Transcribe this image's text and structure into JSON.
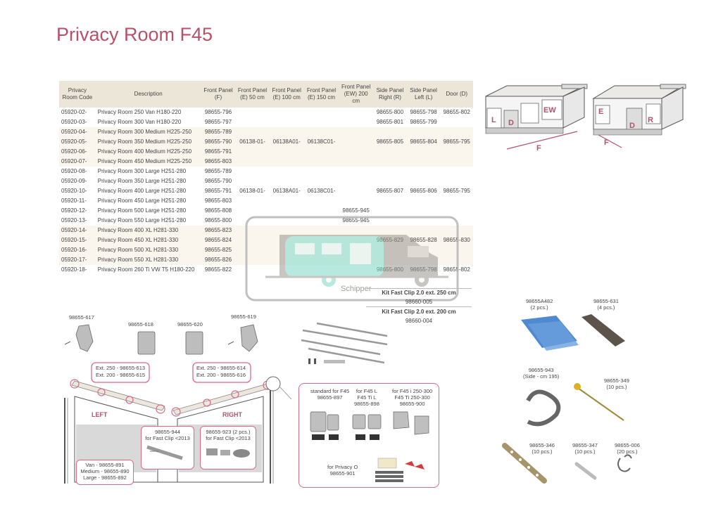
{
  "title": "Privacy Room F45",
  "table": {
    "headers": [
      "Privacy Room Code",
      "Description",
      "Front Panel (F)",
      "Front Panel (E) 50 cm",
      "Front Panel (E) 100 cm",
      "Front Panel (E) 150 cm",
      "Front Panel (EW) 200 cm",
      "Side Panel Right (R)",
      "Side Panel Left (L)",
      "Door (D)"
    ],
    "rows": [
      {
        "code": "05920-02-",
        "desc": "Privacy Room 250 Van H180-220",
        "f": "98655-796",
        "e50": "",
        "e100": "",
        "e150": "",
        "ew": "",
        "r": "98655-800",
        "l": "98655-798",
        "d": "98655-802"
      },
      {
        "code": "05920-03-",
        "desc": "Privacy Room 300 Van H180-220",
        "f": "98655-797",
        "e50": "",
        "e100": "",
        "e150": "",
        "ew": "",
        "r": "98655-801",
        "l": "98655-799",
        "d": ""
      },
      {
        "code": "05920-04-",
        "desc": "Privacy Room 300 Medium H225-250",
        "f": "98655-789",
        "e50": "",
        "e100": "",
        "e150": "",
        "ew": "",
        "r": "",
        "l": "",
        "d": ""
      },
      {
        "code": "05920-05-",
        "desc": "Privacy Room 350 Medium H225-250",
        "f": "98655-790",
        "e50": "06138-01-",
        "e100": "06138A01-",
        "e150": "06138C01-",
        "ew": "",
        "r": "98655-805",
        "l": "98655-804",
        "d": "98655-795"
      },
      {
        "code": "05920-06-",
        "desc": "Privacy Room 400 Medium H225-250",
        "f": "98655-791",
        "e50": "",
        "e100": "",
        "e150": "",
        "ew": "",
        "r": "",
        "l": "",
        "d": ""
      },
      {
        "code": "05920-07-",
        "desc": "Privacy Room 450 Medium H225-250",
        "f": "98655-803",
        "e50": "",
        "e100": "",
        "e150": "",
        "ew": "",
        "r": "",
        "l": "",
        "d": ""
      },
      {
        "code": "05920-08-",
        "desc": "Privacy Room 300 Large H251-280",
        "f": "98655-789",
        "e50": "",
        "e100": "",
        "e150": "",
        "ew": "",
        "r": "",
        "l": "",
        "d": ""
      },
      {
        "code": "05920-09-",
        "desc": "Privacy Room 350 Large H251-280",
        "f": "98655-790",
        "e50": "",
        "e100": "",
        "e150": "",
        "ew": "",
        "r": "",
        "l": "",
        "d": ""
      },
      {
        "code": "05920-10-",
        "desc": "Privacy Room 400 Large H251-280",
        "f": "98655-791",
        "e50": "06138-01-",
        "e100": "06138A01-",
        "e150": "06138C01-",
        "ew": "",
        "r": "98655-807",
        "l": "98655-806",
        "d": "98655-795"
      },
      {
        "code": "05920-11-",
        "desc": "Privacy Room 450 Large H251-280",
        "f": "98655-803",
        "e50": "",
        "e100": "",
        "e150": "",
        "ew": "",
        "r": "",
        "l": "",
        "d": ""
      },
      {
        "code": "05920-12-",
        "desc": "Privacy Room 500 Large H251-280",
        "f": "98655-808",
        "e50": "",
        "e100": "",
        "e150": "",
        "ew": "98655-945",
        "r": "",
        "l": "",
        "d": ""
      },
      {
        "code": "05920-13-",
        "desc": "Privacy Room 550 Large H251-280",
        "f": "98655-800",
        "e50": "",
        "e100": "",
        "e150": "",
        "ew": "98655-945",
        "r": "",
        "l": "",
        "d": ""
      },
      {
        "code": "05920-14-",
        "desc": "Privacy Room 400 XL H281-330",
        "f": "98655-823",
        "e50": "",
        "e100": "",
        "e150": "",
        "ew": "",
        "r": "",
        "l": "",
        "d": ""
      },
      {
        "code": "05920-15-",
        "desc": "Privacy Room 450 XL H281-330",
        "f": "98655-824",
        "e50": "",
        "e100": "",
        "e150": "",
        "ew": "",
        "r": "98655-829",
        "l": "98655-828",
        "d": "98655-830"
      },
      {
        "code": "05920-16-",
        "desc": "Privacy Room 500 XL H281-330",
        "f": "98655-825",
        "e50": "",
        "e100": "",
        "e150": "",
        "ew": "",
        "r": "",
        "l": "",
        "d": ""
      },
      {
        "code": "05920-17-",
        "desc": "Privacy Room 550 XL H281-330",
        "f": "98655-826",
        "e50": "",
        "e100": "",
        "e150": "",
        "ew": "",
        "r": "",
        "l": "",
        "d": ""
      },
      {
        "code": "05920-18-",
        "desc": "Privacy Room 260 Ti VW T5 H180-220",
        "f": "98655-822",
        "e50": "",
        "e100": "",
        "e150": "",
        "ew": "",
        "r": "98655-800",
        "l": "98655-798",
        "d": "98655-802"
      }
    ]
  },
  "diagram_labels": {
    "L": "L",
    "D": "D",
    "EW": "EW",
    "F": "F",
    "E": "E",
    "R": "R"
  },
  "watermark": "Schipper",
  "kits": [
    {
      "name": "Kit Fast Clip 2.0 ext. 250 cm",
      "code": "98660-005"
    },
    {
      "name": "Kit Fast Clip 2.0 ext. 200 cm",
      "code": "98660-004"
    }
  ],
  "parts_top": [
    {
      "code": "98655-617"
    },
    {
      "code": "98655-618"
    },
    {
      "code": "98655-620"
    },
    {
      "code": "98655-619"
    }
  ],
  "ext_left": [
    "Ext. 250 - 98655-613",
    "Ext. 200 - 98655-615"
  ],
  "ext_right": [
    "Ext. 250 - 98655-614",
    "Ext. 200 - 98655-616"
  ],
  "side_left": "LEFT",
  "side_right": "RIGHT",
  "fastclip_left": [
    "98655-944",
    "for Fast Clip <2013"
  ],
  "fastclip_right": [
    "98655-923 (2 pcs.)",
    "for Fast Clip <2013"
  ],
  "size_legend": [
    "Van - 98655-891",
    "Medium - 98655-890",
    "Large - 98655-892"
  ],
  "clips": {
    "standard": [
      "standard for F45",
      "98655-897"
    ],
    "f45l": [
      "for F45 L",
      "F45 Ti L",
      "98655-898"
    ],
    "f45i": [
      "for F45 i 250-300",
      "F45 Ti 250-300",
      "98655-900"
    ],
    "privacy0": [
      "for Privacy O",
      "98655-901"
    ]
  },
  "accessories": [
    {
      "code": "98655A482",
      "qty": "(2 pcs.)"
    },
    {
      "code": "98655-631",
      "qty": "(4 pcs.)"
    },
    {
      "code": "98655-943",
      "qty": "(Side - cm 195)"
    },
    {
      "code": "98655-349",
      "qty": "(10 pcs.)"
    },
    {
      "code": "98655-346",
      "qty": "(10 pcs.)"
    },
    {
      "code": "98655-347",
      "qty": "(10 pcs.)"
    },
    {
      "code": "98655-006",
      "qty": "(20 pcs.)"
    }
  ]
}
